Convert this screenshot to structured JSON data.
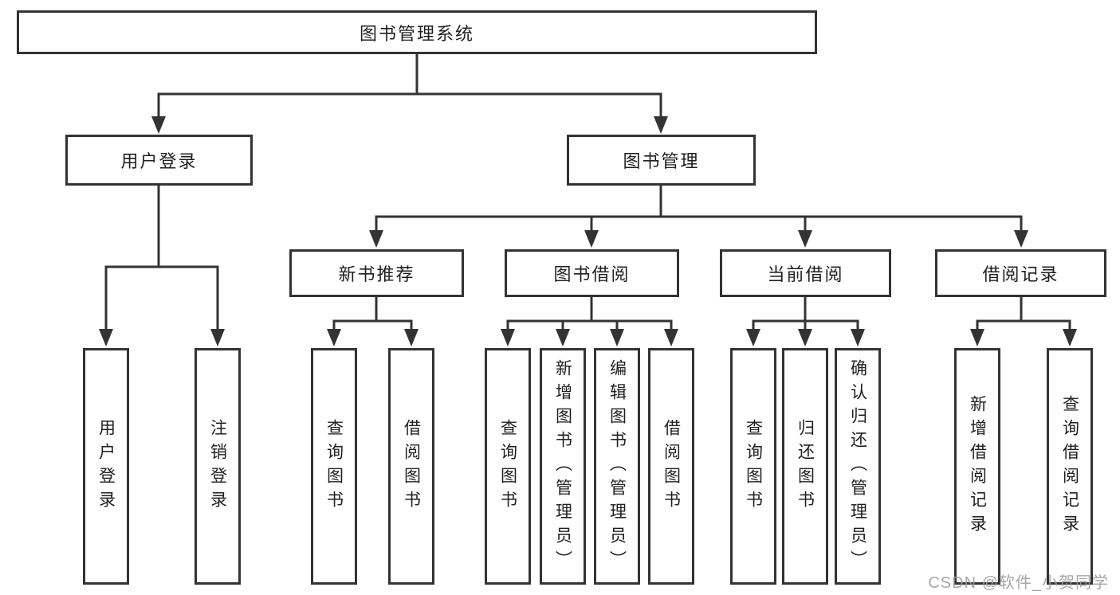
{
  "tree": {
    "root": {
      "label": "图书管理系统"
    },
    "branches": [
      {
        "label": "用户登录",
        "children": [
          {
            "label": "用户登录"
          },
          {
            "label": "注销登录"
          }
        ]
      },
      {
        "label": "图书管理",
        "children": [
          {
            "label": "新书推荐",
            "children": [
              {
                "label": "查询图书"
              },
              {
                "label": "借阅图书"
              }
            ]
          },
          {
            "label": "图书借阅",
            "children": [
              {
                "label": "查询图书"
              },
              {
                "label": "新增图书（管理员）"
              },
              {
                "label": "编辑图书（管理员）"
              },
              {
                "label": "借阅图书"
              }
            ]
          },
          {
            "label": "当前借阅",
            "children": [
              {
                "label": "查询图书"
              },
              {
                "label": "归还图书"
              },
              {
                "label": "确认归还（管理员）"
              }
            ]
          },
          {
            "label": "借阅记录",
            "children": [
              {
                "label": "新增借阅记录"
              },
              {
                "label": "查询借阅记录"
              }
            ]
          }
        ]
      }
    ]
  },
  "watermark": {
    "text": "CSDN @软件_小贺同学"
  },
  "colors": {
    "line": "#333333",
    "text": "#1f1f1f",
    "background": "#ffffff",
    "watermark": "#a0a0a0"
  }
}
